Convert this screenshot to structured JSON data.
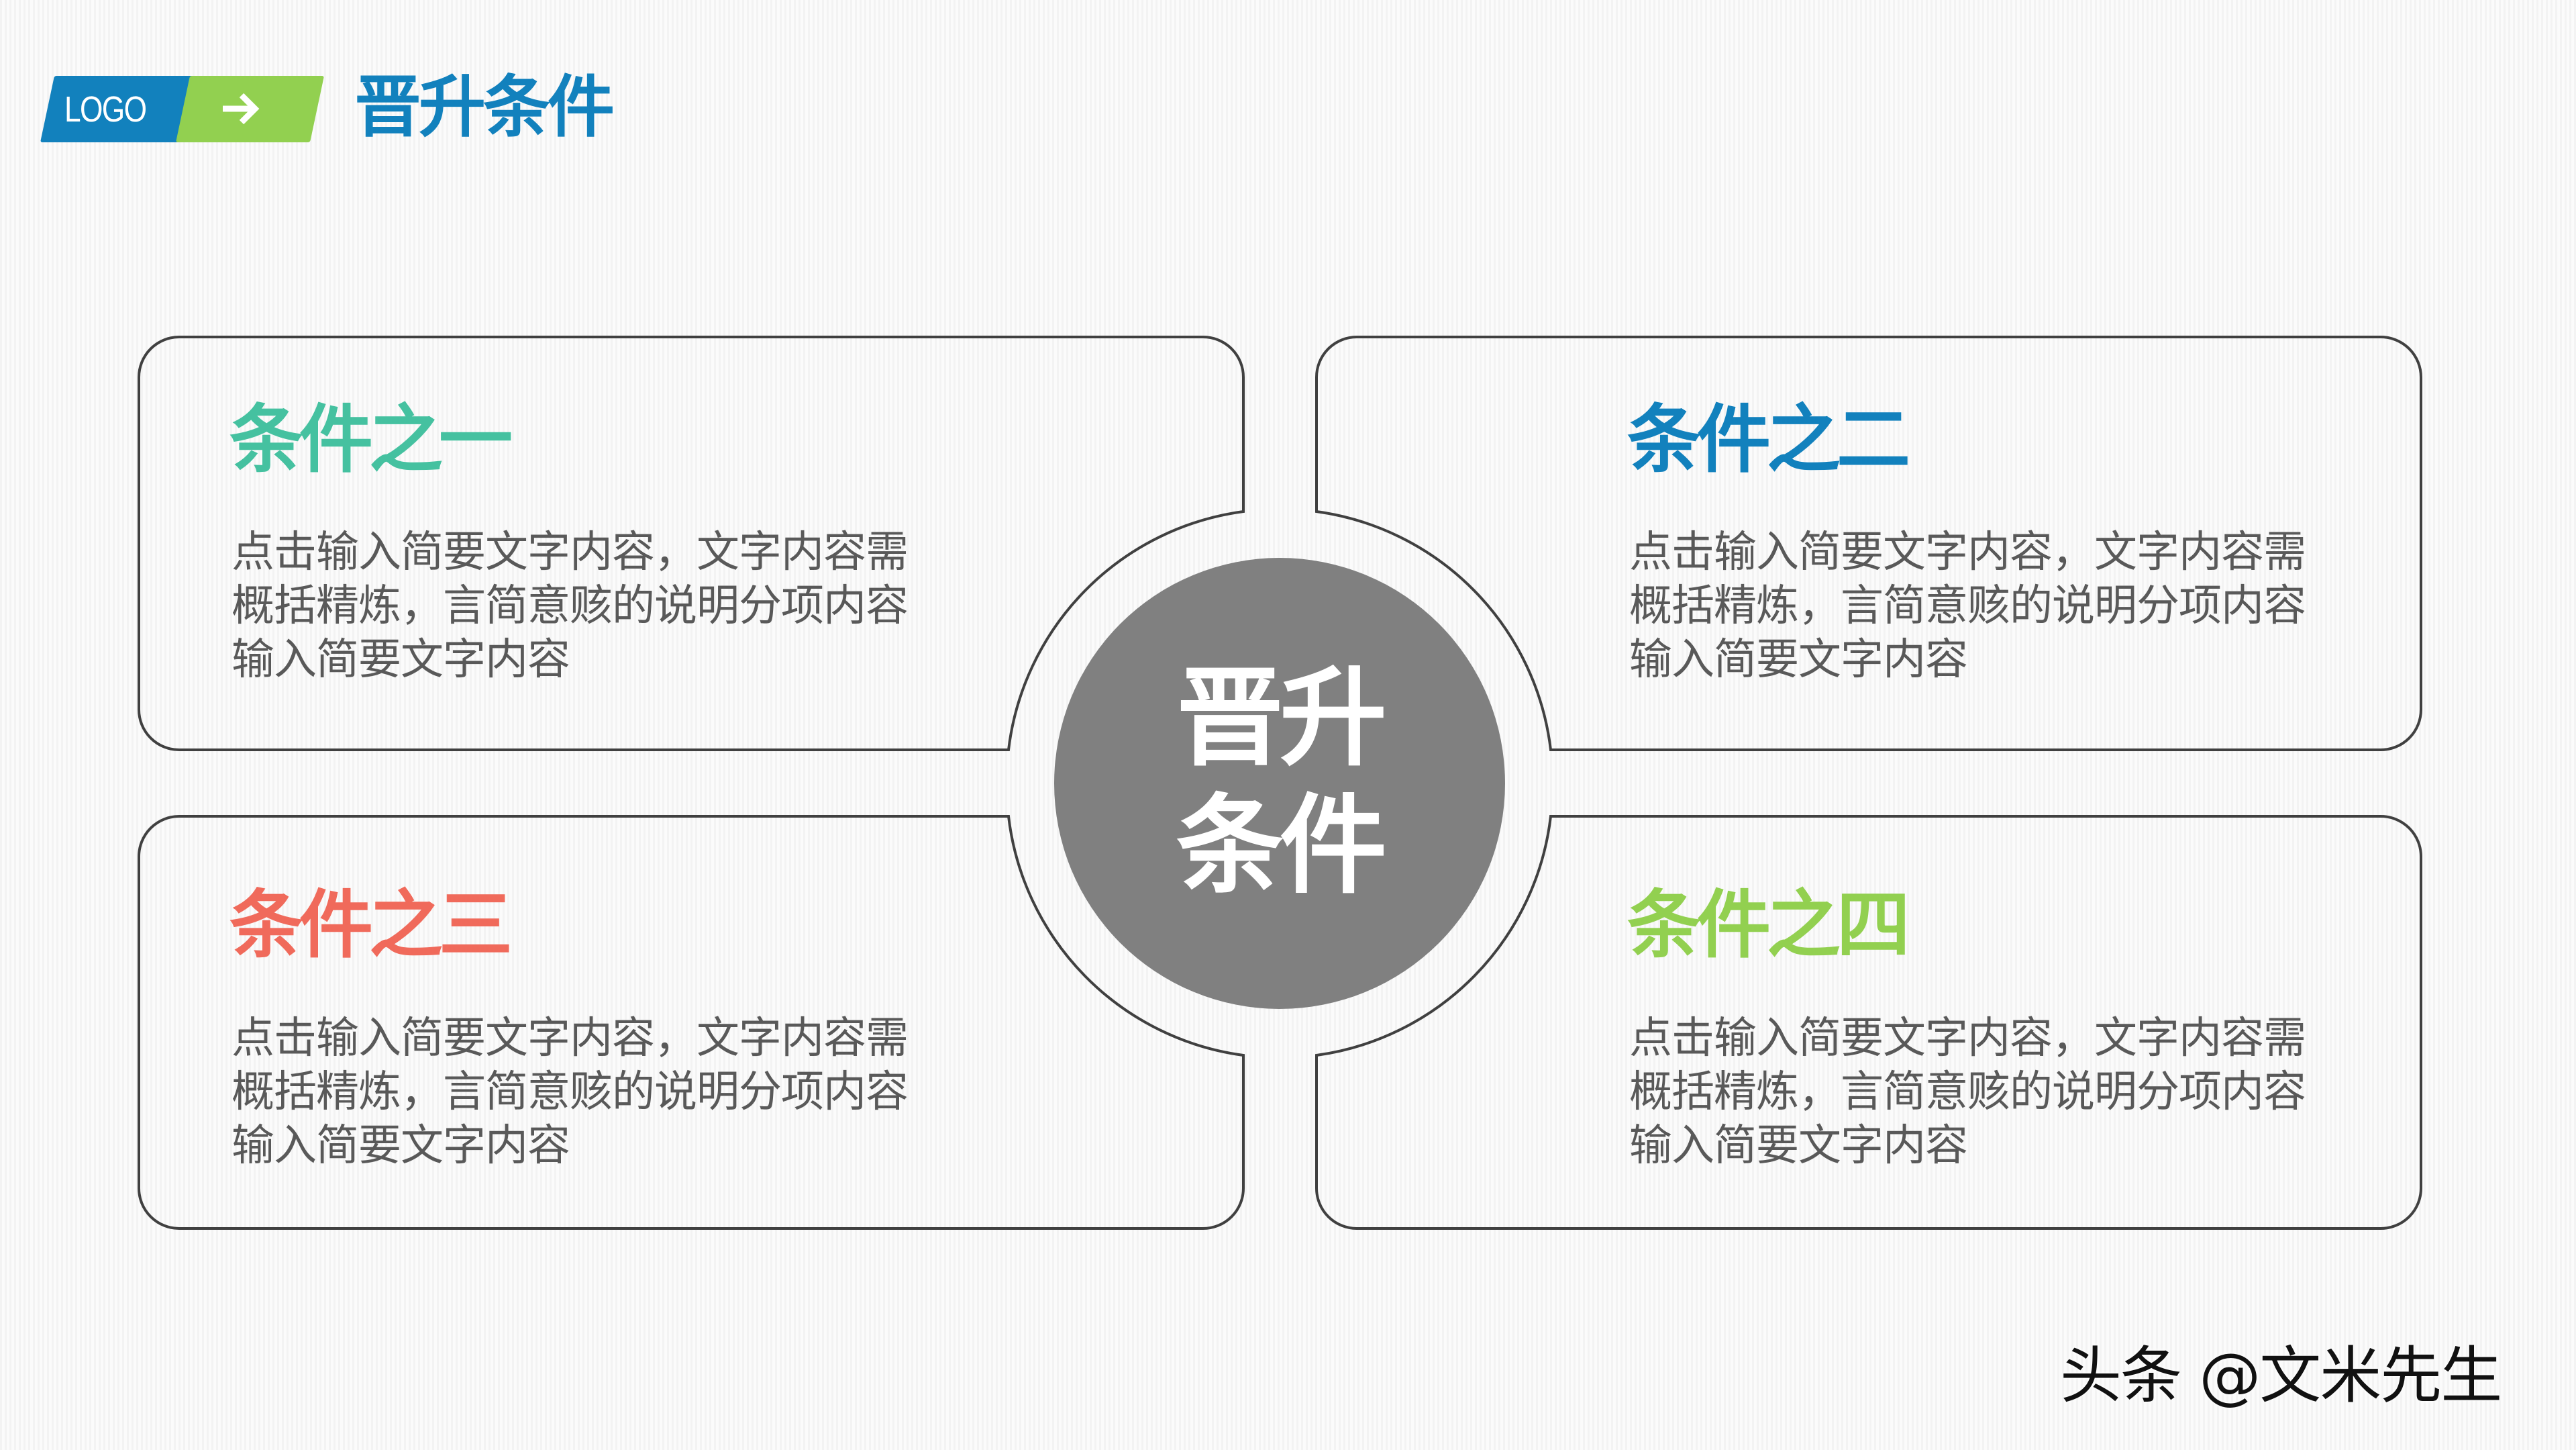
{
  "header": {
    "logo_label": "LOGO",
    "arrow_icon": "arrow-right-icon",
    "title": "晋升条件",
    "colors": {
      "logo_blue": "#1281bd",
      "arrow_green": "#92d050",
      "title": "#1281bd"
    }
  },
  "center": {
    "lines": [
      "晋升",
      "条件"
    ],
    "circle_color": "#808080",
    "text_color": "#ffffff"
  },
  "cards": [
    {
      "title": "条件之一",
      "color": "#45c1a0",
      "body": [
        "点击输入简要文字内容，文字内容需",
        "概括精炼，言简意赅的说明分项内容",
        "输入简要文字内容"
      ]
    },
    {
      "title": "条件之二",
      "color": "#1281bd",
      "body": [
        "点击输入简要文字内容，文字内容需",
        "概括精炼，言简意赅的说明分项内容",
        "输入简要文字内容"
      ]
    },
    {
      "title": "条件之三",
      "color": "#f06a5b",
      "body": [
        "点击输入简要文字内容，文字内容需",
        "概括精炼，言简意赅的说明分项内容",
        "输入简要文字内容"
      ]
    },
    {
      "title": "条件之四",
      "color": "#92d050",
      "body": [
        "点击输入简要文字内容，文字内容需",
        "概括精炼，言简意赅的说明分项内容",
        "输入简要文字内容"
      ]
    }
  ],
  "watermark": "头条 @文米先生"
}
